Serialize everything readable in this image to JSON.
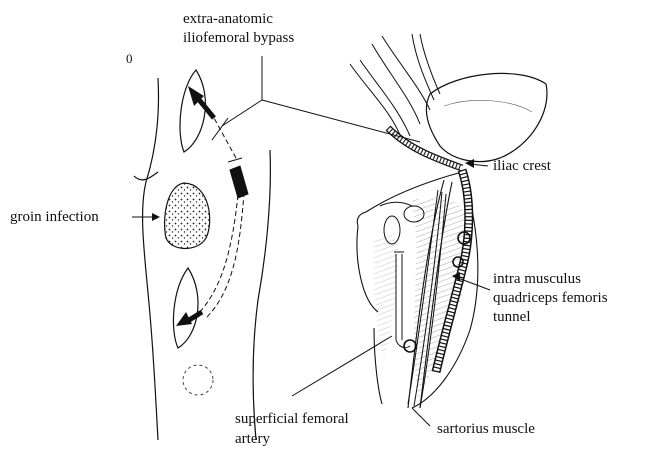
{
  "labels": {
    "bypass_line1": "extra-anatomic",
    "bypass_line2": "iliofemoral bypass",
    "groin_infection": "groin infection",
    "iliac_crest": "iliac crest",
    "tunnel_line1": "intra musculus",
    "tunnel_line2": "quadriceps femoris",
    "tunnel_line3": "tunnel",
    "sfa_line1": "superficial femoral",
    "sfa_line2": "artery",
    "sartorius": "sartorius muscle",
    "corner_mark": "0"
  },
  "colors": {
    "ink": "#111111",
    "background": "#ffffff"
  }
}
